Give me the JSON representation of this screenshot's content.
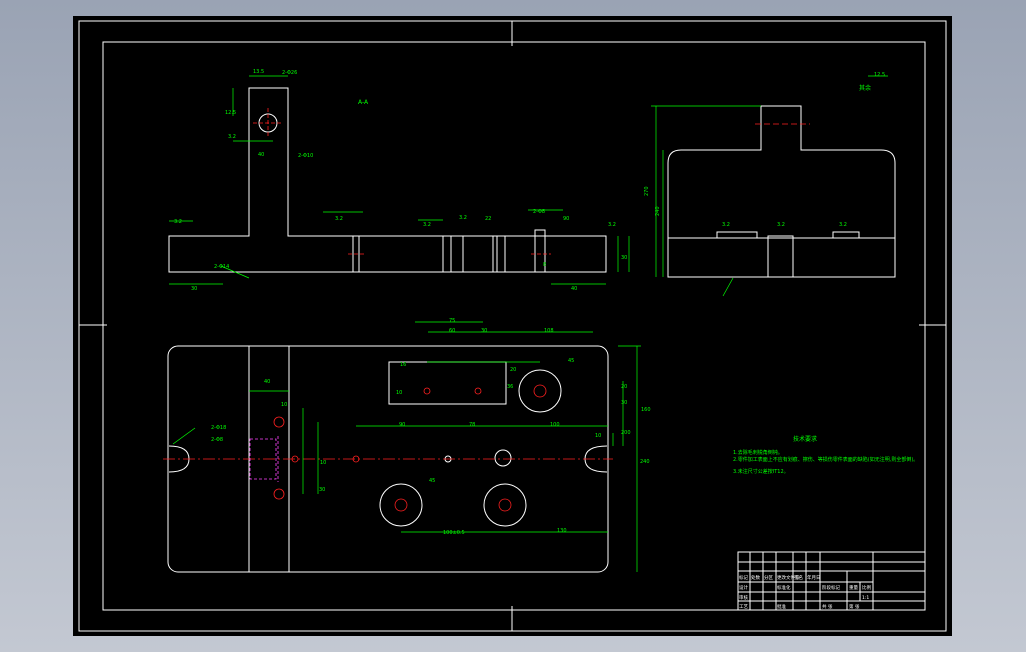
{
  "drawing": {
    "section_label": "A-A",
    "roughness_note": "其余",
    "roughness_main": "12.5",
    "tech_req_title": "技术要求",
    "tech_req_lines": [
      "1.去除毛刺锐角倒钝。",
      "2.零件加工表面上不应有划痕、擦伤、等损伤零件表面的缺陷(如无注明,则全部倒)。",
      "3.未注尺寸公差按IT12。"
    ]
  },
  "dims": {
    "top": [
      "13.5",
      "2-Φ26",
      "12.5",
      "3.2",
      "2-Φ10",
      "3.2",
      "40",
      "3.2",
      "3.2",
      "2-Φ8",
      "3.2",
      "30",
      "3.2",
      "40",
      "90",
      "22",
      "30",
      "2-Φ14",
      "8"
    ],
    "plan": [
      "75",
      "60",
      "30",
      "108",
      "45",
      "16",
      "10",
      "20",
      "36",
      "20",
      "40",
      "30",
      "10",
      "90",
      "10",
      "10",
      "30",
      "78",
      "45",
      "100",
      "130",
      "2-Φ18",
      "2-Φ8",
      "200",
      "240",
      "100±0.5",
      "160"
    ],
    "side": [
      "3.2",
      "3.2",
      "3.2",
      "270",
      "240"
    ]
  },
  "title_block": {
    "rows": [
      [
        "",
        "",
        "",
        "",
        "",
        "",
        "",
        ""
      ],
      [
        "",
        "",
        "",
        "",
        "",
        "",
        "",
        ""
      ],
      [
        "标记",
        "处数",
        "分区",
        "更改文件号",
        "签名",
        "年月日"
      ],
      [
        "设计",
        "",
        "",
        "标准化",
        "",
        "",
        "阶段标记",
        "重量",
        "比例"
      ],
      [
        "审核",
        "",
        "",
        "",
        "",
        "",
        "",
        "",
        "1:1"
      ],
      [
        "工艺",
        "",
        "",
        "批准",
        "",
        "",
        "共 张",
        "第 张"
      ]
    ]
  }
}
